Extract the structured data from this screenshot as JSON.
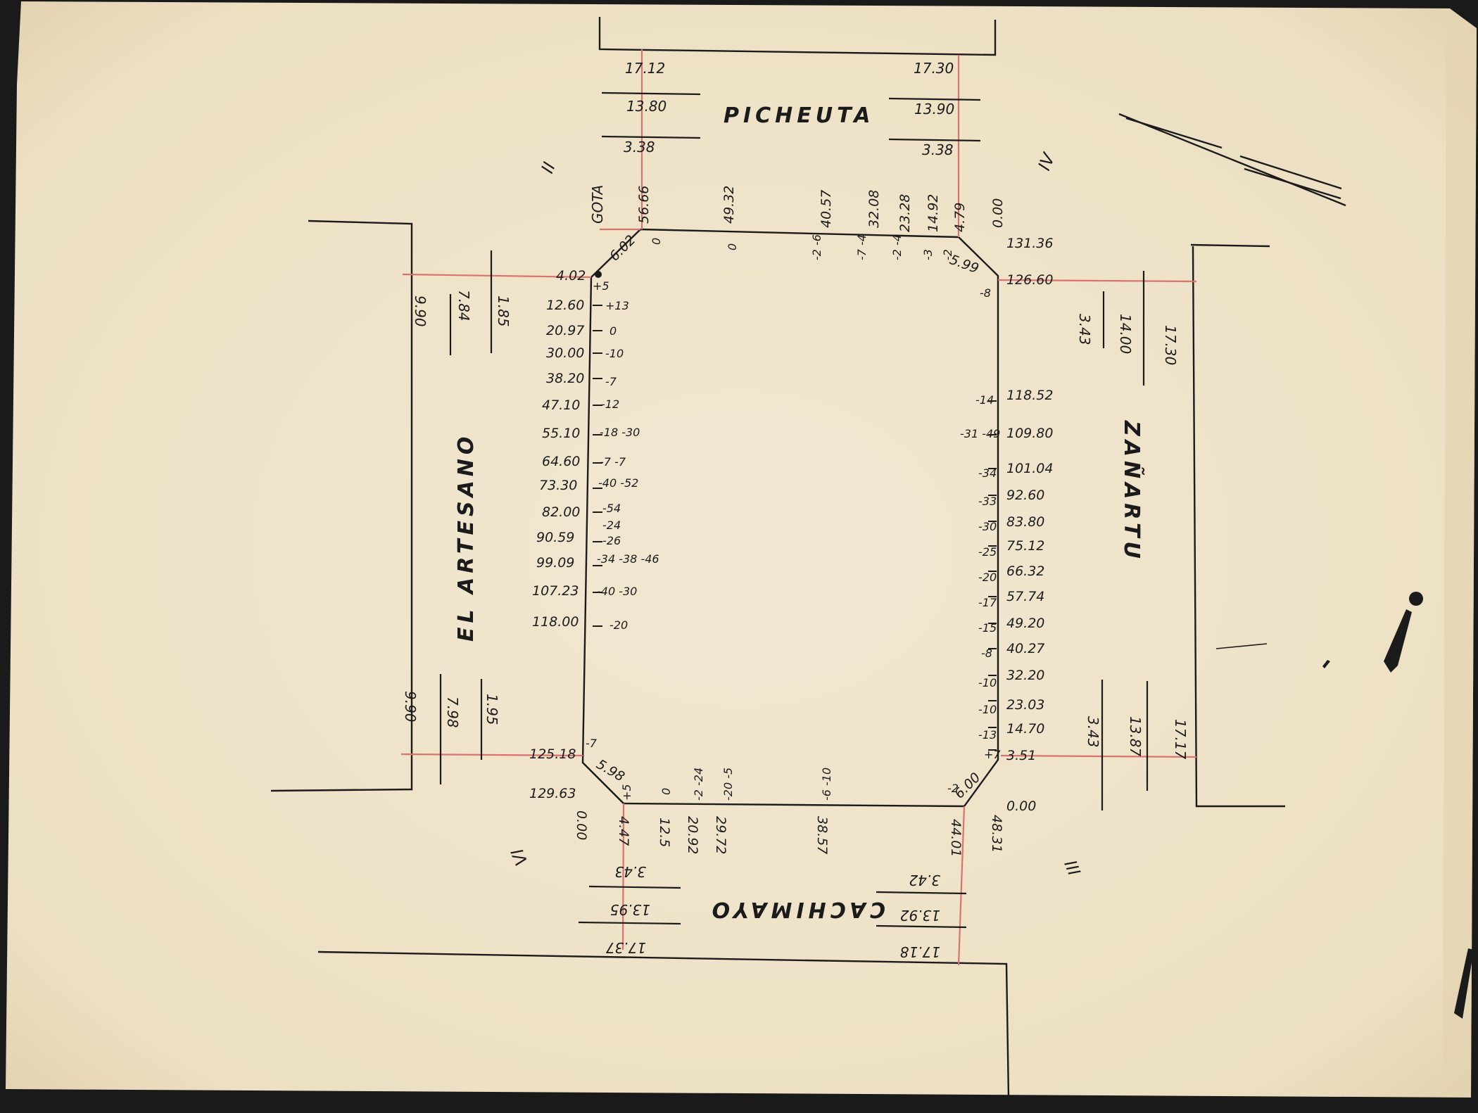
{
  "colors": {
    "paper": "#efe3c9",
    "paper_edge": "#d9c9a3",
    "ink": "#1b1b1b",
    "red_ink": "#d9736f"
  },
  "streets": {
    "north": "PICHEUTA",
    "east": "ZAÑARTU",
    "south": "CACHIMAYO",
    "west": "EL ARTESANO"
  },
  "markers": {
    "nw": "II",
    "ne": "IV",
    "se": "III",
    "sw": "VI"
  },
  "labels": {
    "gov": "GOTA"
  },
  "north_side": {
    "left_widths": [
      "17.12",
      "13.80",
      "3.38"
    ],
    "right_widths": [
      "17.30",
      "13.90",
      "3.38"
    ],
    "chainages": [
      "56.66",
      "49.32",
      "40.57",
      "32.08",
      "23.28",
      "14.92",
      "4.79",
      "0.00"
    ],
    "offsets": [
      "0",
      "0",
      "-2 -6",
      "-7 -4",
      "-2 -4",
      "-3",
      "-2"
    ],
    "chamfer_nw": "6.02",
    "chamfer_ne": "5.99"
  },
  "west_side": {
    "top_widths": [
      "9.90",
      "7.84",
      "1.85"
    ],
    "bottom_widths": [
      "9.90",
      "7.98",
      "1.95"
    ],
    "chainages": [
      "4.02",
      "12.60",
      "20.97",
      "30.00",
      "38.20",
      "47.10",
      "55.10",
      "64.60",
      "73.30",
      "82.00",
      "90.59",
      "99.09",
      "107.23",
      "118.00",
      "125.18",
      "129.63"
    ],
    "offsets": [
      "+5",
      "+13",
      "0",
      "-10",
      "-7",
      "-12",
      "-18 -30",
      "-7 -7",
      "-40 -52",
      "-54",
      "-24",
      "-26",
      "-34 -38 -46",
      "-40 -30",
      "-20",
      "-7"
    ],
    "chamfer_sw": "5.98"
  },
  "east_side": {
    "top_widths": [
      "3.43",
      "14.00",
      "17.30"
    ],
    "bottom_widths": [
      "3.43",
      "13.87",
      "17.17"
    ],
    "chainages": [
      "131.36",
      "126.60",
      "118.52",
      "109.80",
      "101.04",
      "92.60",
      "83.80",
      "75.12",
      "66.32",
      "57.74",
      "49.20",
      "40.27",
      "32.20",
      "23.03",
      "14.70",
      "3.51",
      "0.00"
    ],
    "offsets": [
      "-8",
      "-14",
      "-31 -49",
      "-34",
      "-33",
      "-30",
      "-25",
      "-20",
      "-17",
      "-15",
      "-8",
      "-10",
      "-10",
      "-13",
      "+7",
      "-2"
    ],
    "chamfer_se": "6.00"
  },
  "south_side": {
    "left_widths": [
      "3.43",
      "13.95",
      "17.37"
    ],
    "right_widths": [
      "3.42",
      "13.92",
      "17.18"
    ],
    "chainages": [
      "0.00",
      "4.47",
      "12.5",
      "20.92",
      "29.72",
      "38.57",
      "44.01",
      "48.31"
    ],
    "offsets": [
      "+5",
      "0",
      "-2 -24",
      "-20 -5",
      "-6 -10"
    ]
  }
}
